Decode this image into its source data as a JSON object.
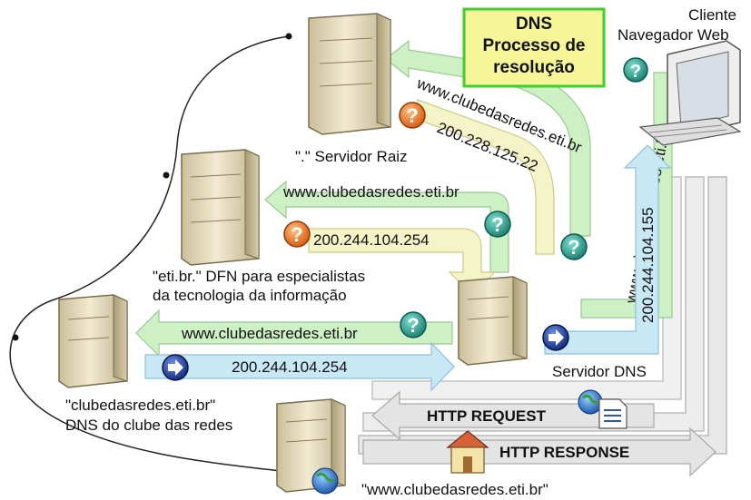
{
  "title_box": {
    "line1": "DNS",
    "line2": "Processo de",
    "line3": "resolução",
    "bg_color": "#f7f59a",
    "border_color": "#3fcf2f"
  },
  "client": {
    "line1": "Cliente",
    "line2": "Navegador Web"
  },
  "root_server": {
    "label": "\".\" Servidor Raiz"
  },
  "tld_server": {
    "line1": "\"eti.br.\" DFN para especialistas",
    "line2": "da tecnologia da informação"
  },
  "club_dns": {
    "line1": "\"clubedasredes.eti.br\"",
    "line2": "DNS do clube das redes"
  },
  "local_dns": {
    "label": "Servidor DNS"
  },
  "web_server": {
    "label": "\"www.clubedasredes.eti.br\""
  },
  "arrows": {
    "client_to_dns_query": "www.clubedasredes.eti.br",
    "dns_to_client_answer": "200.244.104.155",
    "dns_to_root_query": "www.clubedasredes.eti.br",
    "root_answer": "200.228.125.22",
    "dns_to_tld_query": "www.clubedasredes.eti.br",
    "tld_answer": "200.244.104.254",
    "dns_to_club_query": "www.clubedasredes.eti.br",
    "club_answer": "200.244.104.254",
    "http_request": "HTTP REQUEST",
    "http_response": "HTTP RESPONSE"
  },
  "colors": {
    "query_arrow": "#cdf0c4",
    "answer_arrow_yellow": "#f5f3c8",
    "answer_arrow_blue": "#c8e8f5",
    "http_arrow": "#e6e6e6",
    "question_teal": "#1f9a8a",
    "question_orange": "#f07a1c",
    "next_blue": "#1a3fa8",
    "server_beige": "#e8dfc3"
  },
  "icons": {
    "question": "question-mark-icon",
    "next": "arrow-right-icon",
    "globe": "globe-icon",
    "document": "document-icon",
    "house": "house-icon",
    "computer": "computer-icon",
    "server": "server-icon"
  }
}
